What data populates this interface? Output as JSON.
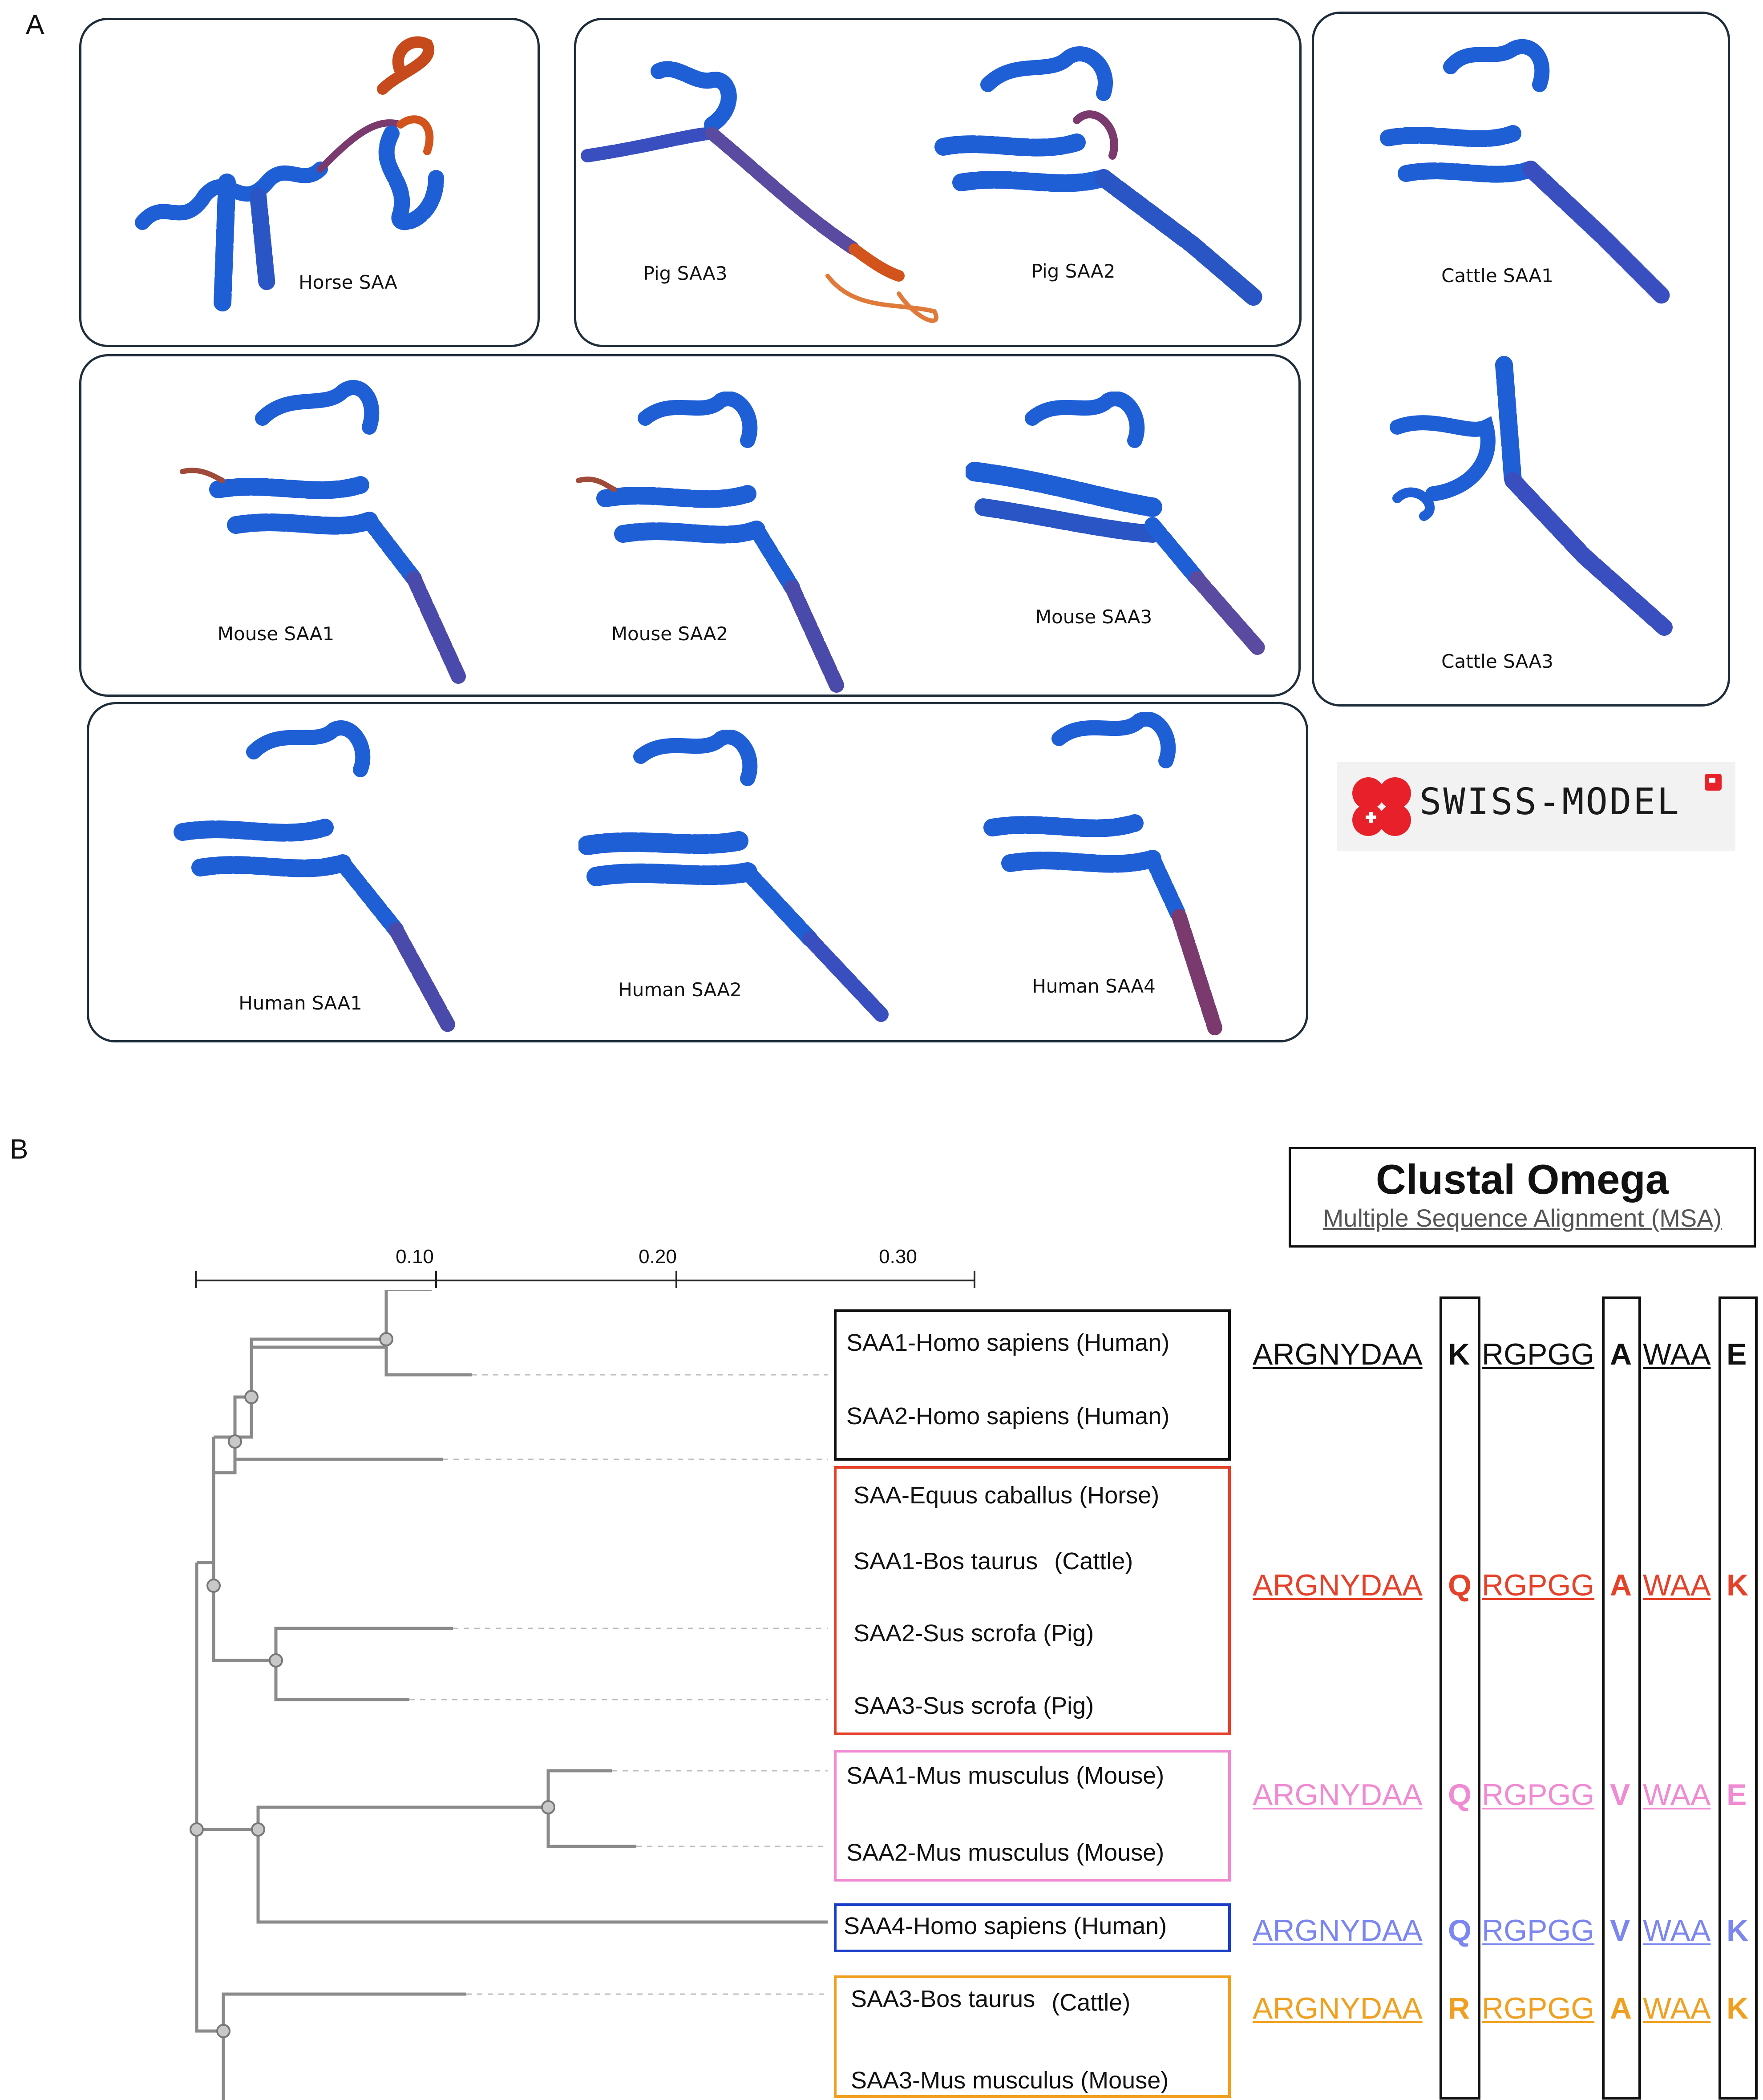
{
  "panel_a": {
    "letter": "A",
    "labels": {
      "horse_saa": "Horse SAA",
      "pig_saa3": "Pig SAA3",
      "pig_saa2": "Pig SAA2",
      "cattle_saa1": "Cattle SAA1",
      "cattle_saa3": "Cattle SAA3",
      "mouse_saa1": "Mouse SAA1",
      "mouse_saa2": "Mouse SAA2",
      "mouse_saa3": "Mouse SAA3",
      "human_saa1": "Human SAA1",
      "human_saa2": "Human SAA2",
      "human_saa4": "Human SAA4"
    },
    "logo": {
      "text": "SWISS-MODEL",
      "icon": "swiss-model-logo-icon"
    },
    "colors": {
      "helix_blue": "#1f5fd6",
      "low_conf_orange": "#d2541c",
      "mid_purple": "#6a4b96",
      "box_border": "#1f2d3a"
    }
  },
  "panel_b": {
    "letter": "B",
    "clustal": {
      "title": "Clustal Omega",
      "subtitle": "Multiple Sequence Alignment (MSA)"
    },
    "scale": {
      "ticks": [
        "0.10",
        "0.20",
        "0.30"
      ],
      "values": [
        0.1,
        0.2,
        0.3
      ]
    },
    "leaves": [
      "SAA1-Homo sapiens (Human)",
      "SAA2-Homo sapiens (Human)",
      "SAA-Equus caballus (Horse)",
      "SAA1-Bos taurus",
      "SAA2-Sus scrofa (Pig)",
      "SAA3-Sus scrofa (Pig)",
      "SAA1-Mus musculus (Mouse)",
      "SAA2-Mus musculus (Mouse)",
      "SAA4-Homo sapiens (Human)",
      "SAA3-Bos taurus",
      "SAA3-Mus musculus (Mouse)"
    ],
    "leaf_suffix": {
      "cattle_1": "(Cattle)",
      "cattle_3": "(Cattle)"
    },
    "groups": [
      {
        "name": "human-saa1-saa2",
        "color": "#111111"
      },
      {
        "name": "horse-cattle-pig",
        "color": "#e5412a"
      },
      {
        "name": "mouse-saa1-saa2",
        "color": "#f08ad2"
      },
      {
        "name": "human-saa4",
        "color": "#1a3ec8"
      },
      {
        "name": "saa3-cattle-mouse",
        "color": "#f0a020"
      }
    ],
    "alignment": [
      {
        "color": "#111111",
        "seg1": "ARGNYDAA",
        "res1": "K",
        "seg2": "RGPGG",
        "res2": "A",
        "seg3": "WAA",
        "res3": "E"
      },
      {
        "color": "#e5412a",
        "seg1": "ARGNYDAA",
        "res1": "Q",
        "seg2": "RGPGG",
        "res2": "A",
        "seg3": "WAA",
        "res3": "K"
      },
      {
        "color": "#f08ad2",
        "seg1": "ARGNYDAA",
        "res1": "Q",
        "seg2": "RGPGG",
        "res2": "V",
        "seg3": "WAA",
        "res3": "E"
      },
      {
        "color": "#7b86ef",
        "seg1": "ARGNYDAA",
        "res1": "Q",
        "seg2": "RGPGG",
        "res2": "V",
        "seg3": "WAA",
        "res3": "K"
      },
      {
        "color": "#f0a020",
        "seg1": "ARGNYDAA",
        "res1": "R",
        "seg2": "RGPGG",
        "res2": "A",
        "seg3": "WAA",
        "res3": "K"
      }
    ]
  }
}
